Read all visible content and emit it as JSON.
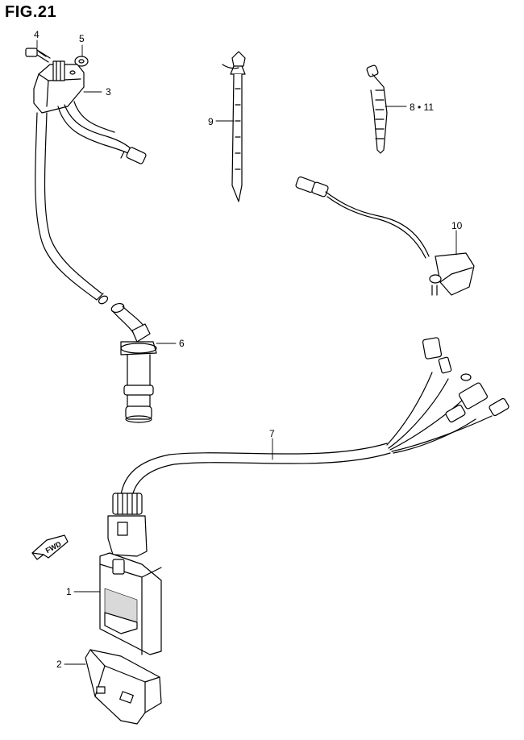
{
  "figure": {
    "title": "FIG.21"
  },
  "callouts": {
    "c1": "1",
    "c2": "2",
    "c3": "3",
    "c4": "4",
    "c5": "5",
    "c6": "6",
    "c7": "7",
    "c8": "8 • 11",
    "c9": "9",
    "c10": "10"
  },
  "direction_arrow": {
    "label": "FWD"
  },
  "colors": {
    "ink": "#000000",
    "paper": "#ffffff",
    "shade": "#d9d9d9"
  }
}
